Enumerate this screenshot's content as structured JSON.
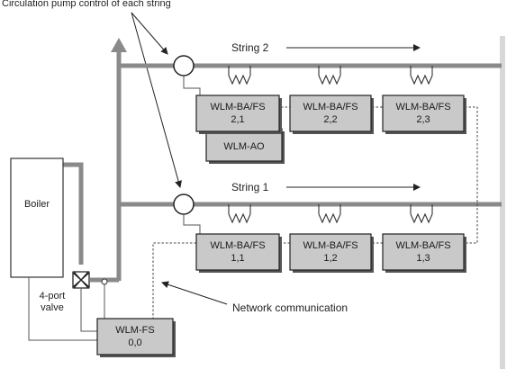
{
  "title": "Circulation pump control of each string",
  "strings": [
    {
      "label": "String 2",
      "modules": [
        {
          "name": "WLM-BA/FS",
          "addr": "2,1"
        },
        {
          "name": "WLM-BA/FS",
          "addr": "2,2"
        },
        {
          "name": "WLM-BA/FS",
          "addr": "2,3"
        }
      ]
    },
    {
      "label": "String 1",
      "modules": [
        {
          "name": "WLM-BA/FS",
          "addr": "1,1"
        },
        {
          "name": "WLM-BA/FS",
          "addr": "1,2"
        },
        {
          "name": "WLM-BA/FS",
          "addr": "1,3"
        }
      ]
    }
  ],
  "ao_module": "WLM-AO",
  "boiler": "Boiler",
  "valve_label_1": "4-port",
  "valve_label_2": "valve",
  "network_label": "Network communication",
  "master": {
    "name": "WLM-FS",
    "addr": "0,0"
  }
}
